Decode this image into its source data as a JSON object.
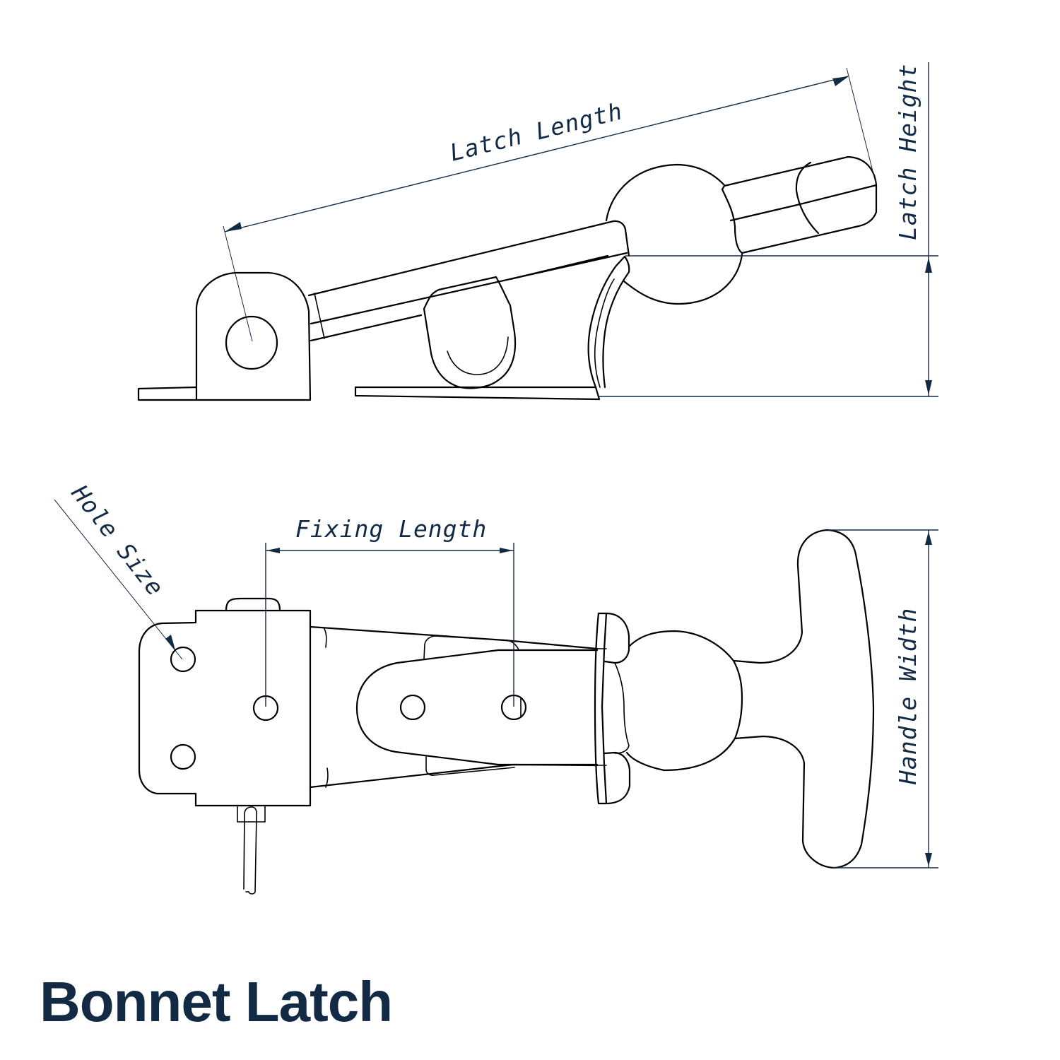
{
  "title": "Bonnet Latch",
  "colors": {
    "text": "#132a45",
    "lines": "#000000",
    "background": "#ffffff"
  },
  "side_view": {
    "dimensions": {
      "latch_length": "Latch Length",
      "latch_height": "Latch Height"
    }
  },
  "top_view": {
    "dimensions": {
      "hole_size": "Hole Size",
      "fixing_length": "Fixing Length",
      "handle_width": "Handle Width"
    }
  }
}
